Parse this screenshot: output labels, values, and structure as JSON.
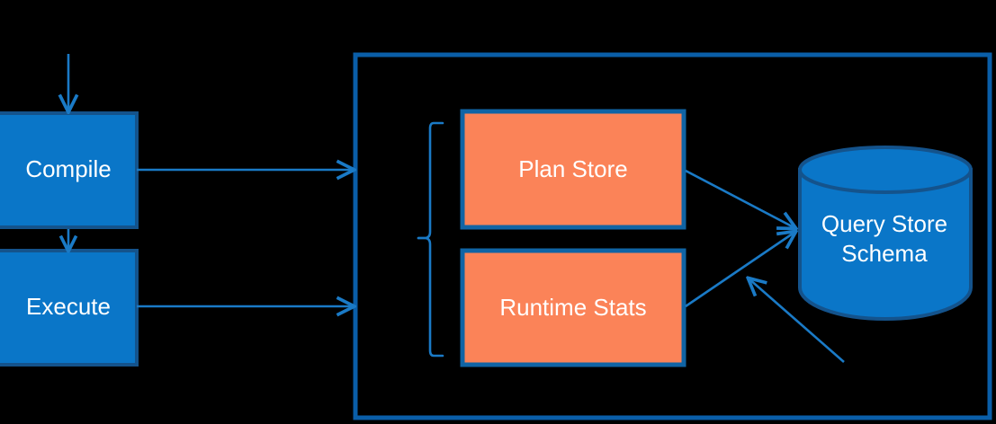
{
  "diagram": {
    "title": "Query Store architecture flow",
    "background_color": "#000000",
    "colors": {
      "process_fill": "#0a76c8",
      "process_border": "#14538c",
      "store_fill": "#fb8358",
      "store_border": "#1064a5",
      "container_border": "#0a5ea8",
      "arrow": "#1a7ac6",
      "bracket": "#1a7ac6",
      "label_text": "#ffffff"
    },
    "nodes": [
      {
        "id": "compile",
        "label": "Compile",
        "shape": "rectangle",
        "kind": "process"
      },
      {
        "id": "execute",
        "label": "Execute",
        "shape": "rectangle",
        "kind": "process"
      },
      {
        "id": "plan_store",
        "label": "Plan Store",
        "shape": "rectangle",
        "kind": "store"
      },
      {
        "id": "runtime_stats",
        "label": "Runtime Stats",
        "shape": "rectangle",
        "kind": "store"
      },
      {
        "id": "query_store_schema",
        "label": "Query Store\nSchema",
        "shape": "cylinder",
        "kind": "database"
      }
    ],
    "container": {
      "id": "query-store-container",
      "label": ""
    },
    "bracket": {
      "id": "store-group-bracket",
      "label": ""
    },
    "edges": [
      {
        "id": "input-to-compile",
        "from": "input",
        "to": "compile",
        "direction": "down"
      },
      {
        "id": "compile-to-execute",
        "from": "compile",
        "to": "execute",
        "direction": "down"
      },
      {
        "id": "compile-to-container",
        "from": "compile",
        "to": "query-store-container",
        "direction": "right"
      },
      {
        "id": "execute-to-container",
        "from": "execute",
        "to": "query-store-container",
        "direction": "right"
      },
      {
        "id": "plan-to-schema",
        "from": "plan_store",
        "to": "query_store_schema",
        "direction": "right-down"
      },
      {
        "id": "runtime-to-schema",
        "from": "runtime_stats",
        "to": "query_store_schema",
        "direction": "right-up"
      },
      {
        "id": "external-to-schema",
        "from": "external",
        "to": "query_store_schema",
        "direction": "up-left"
      }
    ]
  }
}
